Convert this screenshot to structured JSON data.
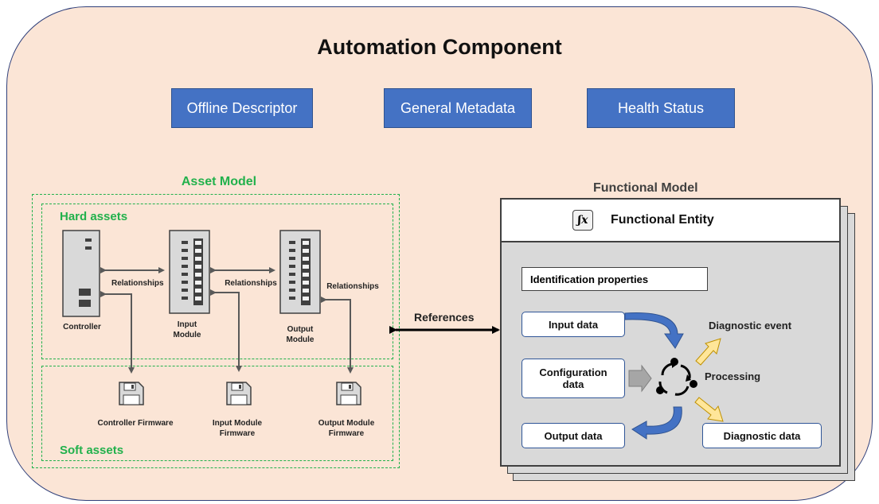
{
  "title": "Automation Component",
  "top_boxes": {
    "offline_descriptor": "Offline Descriptor",
    "general_metadata": "General Metadata",
    "health_status": "Health Status"
  },
  "asset_model": {
    "title": "Asset Model",
    "hard_assets_label": "Hard assets",
    "soft_assets_label": "Soft assets",
    "relationships_label": "Relationships",
    "controller_label": "Controller",
    "input_module_label": "Input Module",
    "output_module_label": "Output Module",
    "controller_firmware": "Controller Firmware",
    "input_module_firmware": "Input Module Firmware",
    "output_module_firmware": "Output Module Firmware"
  },
  "references_label": "References",
  "functional_model": {
    "title": "Functional Model",
    "entity_title": "Functional Entity",
    "entity_icon": "function-fx-icon",
    "identification_properties": "Identification properties",
    "input_data": "Input data",
    "configuration_data": "Configuration data",
    "output_data": "Output data",
    "diagnostic_event": "Diagnostic event",
    "processing": "Processing",
    "diagnostic_data": "Diagnostic data"
  },
  "colors": {
    "background": "#fbe5d6",
    "blue_box": "#4472c4",
    "green": "#22b14c",
    "panel_gray": "#d9d9d9",
    "arrow_blue": "#4472c4",
    "arrow_yellow": "#ffe699"
  }
}
